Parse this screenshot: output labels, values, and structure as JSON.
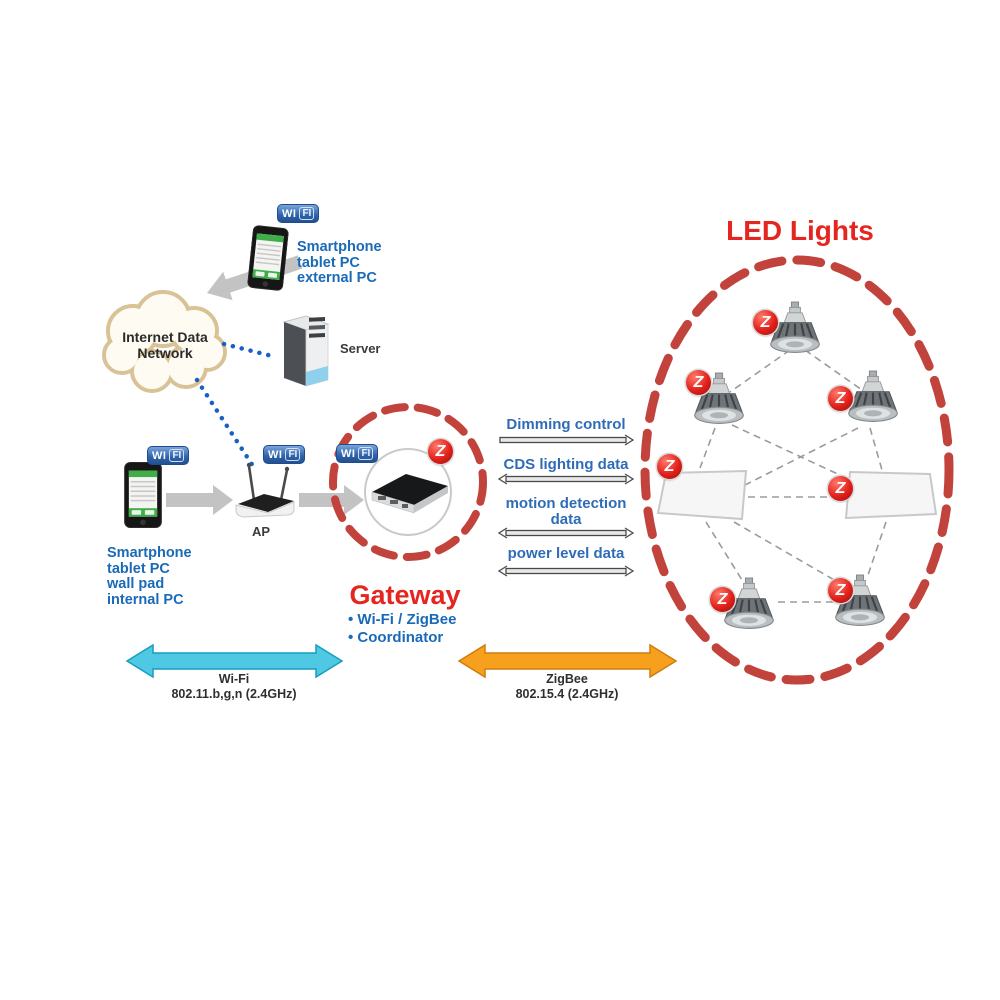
{
  "badges": {
    "wifi_left": "WI",
    "wifi_right": "FI",
    "zigbee": "Z"
  },
  "top_client": {
    "line1": "Smartphone",
    "line2": "tablet PC",
    "line3": "external PC"
  },
  "cloud": {
    "line1": "Internet Data",
    "line2": "Network"
  },
  "server_label": "Server",
  "bottom_client": {
    "line1": "Smartphone",
    "line2": "tablet PC",
    "line3": "wall pad",
    "line4": "internal PC"
  },
  "ap_label": "AP",
  "gateway": {
    "title": "Gateway",
    "bullet1": "• Wi-Fi / ZigBee",
    "bullet2": "• Coordinator"
  },
  "flows": [
    {
      "label": "Dimming control",
      "direction": "right"
    },
    {
      "label": "CDS lighting data",
      "direction": "both"
    },
    {
      "label": "motion detection",
      "label2": "data",
      "direction": "both"
    },
    {
      "label": "power level data",
      "direction": "both"
    }
  ],
  "led_title": "LED Lights",
  "bands": {
    "wifi": {
      "name": "Wi-Fi",
      "spec": "802.11.b,g,n (2.4GHz)"
    },
    "zigbee": {
      "name": "ZigBee",
      "spec": "802.15.4 (2.4GHz)"
    }
  },
  "colors": {
    "accent_blue": "#1a6ab8",
    "accent_red": "#e52520",
    "dashed_red": "#c2433b",
    "wifi_band": "#4fc8e4",
    "zigbee_band": "#f6a01d"
  }
}
